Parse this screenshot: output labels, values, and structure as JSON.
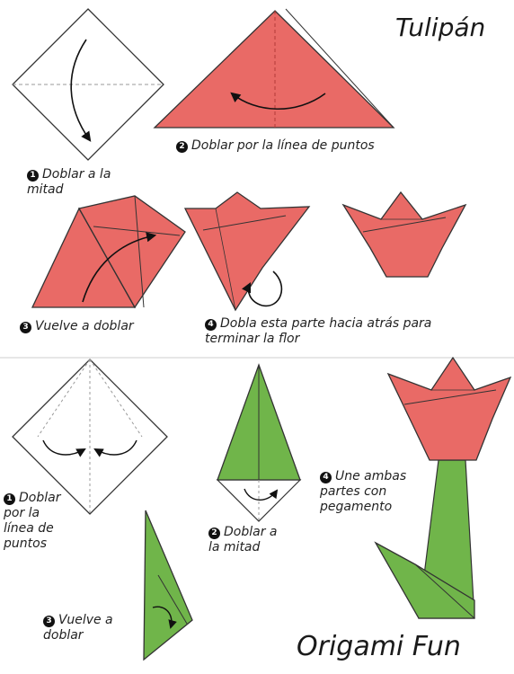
{
  "title": "Tulipán",
  "footer": "Origami Fun",
  "colors": {
    "petal": "#e96a66",
    "stem": "#70b54a",
    "outline": "#333333"
  },
  "flower_steps": [
    {
      "num": "1",
      "text": "Doblar a la\nmitad"
    },
    {
      "num": "2",
      "text": "Doblar por la línea de puntos"
    },
    {
      "num": "3",
      "text": "Vuelve a doblar"
    },
    {
      "num": "4",
      "text": "Dobla esta parte hacia atrás para\nterminar la flor"
    }
  ],
  "stem_steps": [
    {
      "num": "1",
      "text": "Doblar\npor la\nlínea de\npuntos"
    },
    {
      "num": "2",
      "text": "Doblar a\nla mitad"
    },
    {
      "num": "3",
      "text": "Vuelve a\ndoblar"
    },
    {
      "num": "4",
      "text": "Une ambas\npartes con\npegamento"
    }
  ]
}
